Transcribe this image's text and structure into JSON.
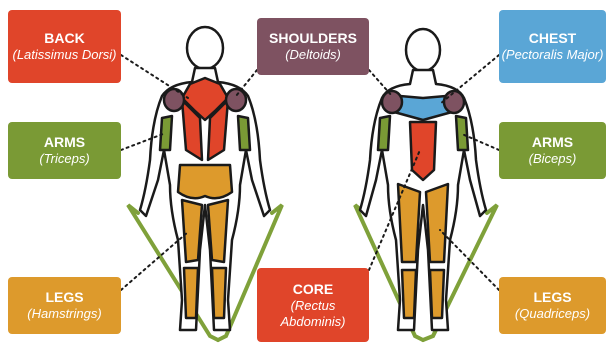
{
  "colors": {
    "back": "#e0452a",
    "shoulders": "#7e5261",
    "chest": "#5aa6d6",
    "arms": "#7a9a35",
    "legs": "#dd9a2c",
    "core": "#e0452a",
    "outline": "#1a1a1a",
    "band": "#7fa13a"
  },
  "labels": {
    "back": {
      "title": "BACK",
      "subtitle": "(Latissimus Dorsi)"
    },
    "shoulders": {
      "title": "SHOULDERS",
      "subtitle": "(Deltoids)"
    },
    "chest": {
      "title": "CHEST",
      "subtitle": "(Pectoralis Major)"
    },
    "arms_left": {
      "title": "ARMS",
      "subtitle": "(Triceps)"
    },
    "arms_right": {
      "title": "ARMS",
      "subtitle": "(Biceps)"
    },
    "legs_left": {
      "title": "LEGS",
      "subtitle": "(Hamstrings)"
    },
    "core": {
      "title": "CORE",
      "subtitle": "(Rectus Abdominis)"
    },
    "legs_right": {
      "title": "LEGS",
      "subtitle": "(Quadriceps)"
    }
  }
}
